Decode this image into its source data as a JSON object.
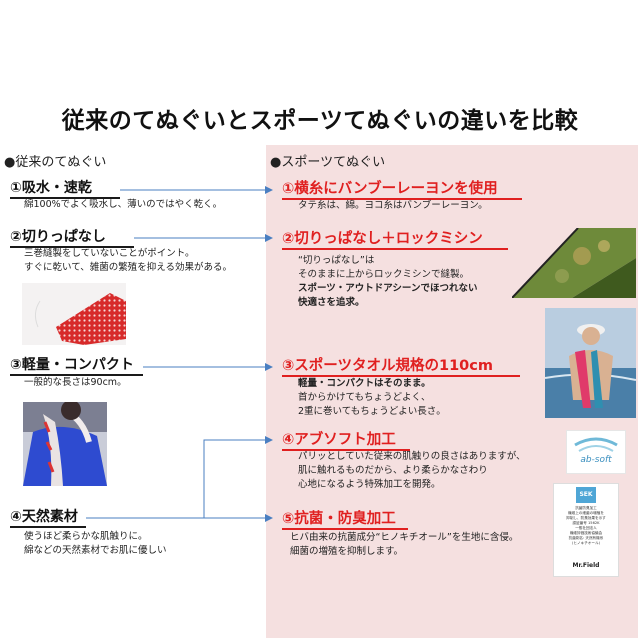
{
  "title": "従来のてぬぐいとスポーツてぬぐいの違いを比較",
  "left_column": {
    "header": "●従来のてぬぐい",
    "items": [
      {
        "title": "①吸水・速乾",
        "lines": [
          "綿100%でよく吸水し、薄いのではやく乾く。"
        ]
      },
      {
        "title": "②切りっぱなし",
        "lines": [
          "三巻縫製をしていないことがポイント。",
          "すぐに乾いて、雑菌の繁殖を抑える効果がある。"
        ]
      },
      {
        "title": "③軽量・コンパクト",
        "lines": [
          "一般的な長さは90cm。"
        ]
      },
      {
        "title": "④天然素材",
        "lines": [
          "使うほど柔らかな肌触りに。",
          "綿などの天然素材でお肌に優しい"
        ]
      }
    ]
  },
  "right_column": {
    "header": "●スポーツてぬぐい",
    "items": [
      {
        "title": "①横糸にバンブーレーヨンを使用",
        "lines": [
          "タテ糸は、綿。ヨコ糸はバンブーレーヨン。"
        ]
      },
      {
        "title": "②切りっぱなし＋ロックミシン",
        "lines": [
          "“切りっぱなし”は",
          "そのままに上からロックミシンで縫製。",
          "スポーツ・アウトドアシーンでほつれない",
          "快適さを追求。"
        ]
      },
      {
        "title": "③スポーツタオル規格の110cm",
        "lines": [
          "軽量・コンパクトはそのまま。",
          "首からかけてもちょうどよく、",
          "2重に巻いてもちょうどよい長さ。"
        ]
      },
      {
        "title": "④アブソフト加工",
        "lines": [
          "パリッとしていた従来の肌触りの良さはありますが、",
          "肌に触れるものだから、より柔らかなさわり",
          "心地になるよう特殊加工を開発。"
        ]
      },
      {
        "title": "⑤抗菌・防臭加工",
        "lines": [
          "ヒバ由来の抗菌成分“ヒノキチオール”を生地に含侵。",
          "細菌の増殖を抑制します。"
        ]
      }
    ]
  },
  "logos": {
    "absoft": "ab-soft",
    "sek_mark": "SEK",
    "sek_lines": [
      "抗菌防臭加工",
      "繊維上の細菌の増殖を",
      "抑制し、防臭効果を示す",
      "認証番号 1562K",
      "一般社団法人",
      "繊維評価技術協議会",
      "抗菌剤名: 天然有機系",
      "(ヒノキチオール)"
    ],
    "sek_brand": "Mr.Field"
  },
  "colors": {
    "accent_red": "#e02020",
    "panel_pink": "#f5e0e0",
    "arrow_blue": "#4a7fc1"
  }
}
